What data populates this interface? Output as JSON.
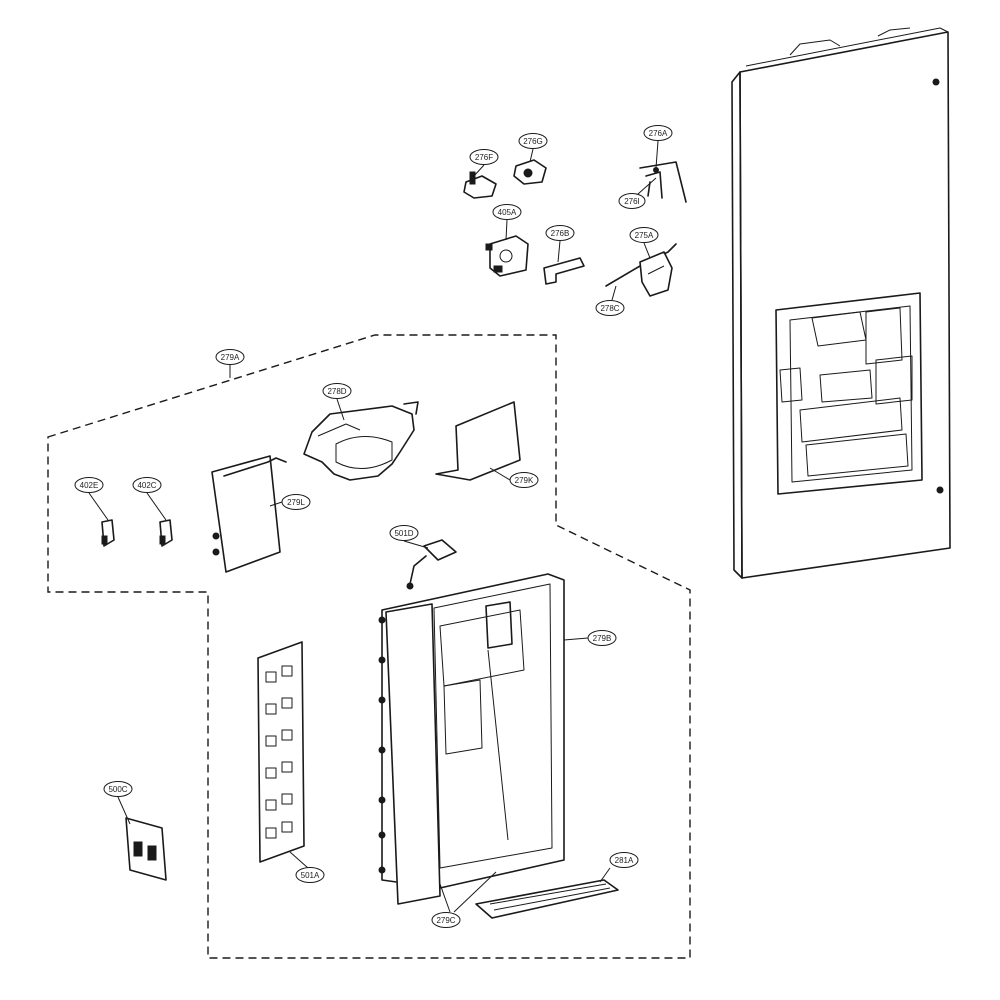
{
  "labels": {
    "l_276A": "276A",
    "l_276G": "276G",
    "l_276F": "276F",
    "l_276I": "276I",
    "l_405A": "405A",
    "l_276B": "276B",
    "l_275A": "275A",
    "l_278C": "278C",
    "l_279A": "279A",
    "l_278D": "278D",
    "l_402E": "402E",
    "l_402C": "402C",
    "l_279L": "279L",
    "l_279K": "279K",
    "l_501D": "501D",
    "l_279B": "279B",
    "l_500C": "500C",
    "l_501A": "501A",
    "l_281A": "281A",
    "l_279C": "279C"
  }
}
